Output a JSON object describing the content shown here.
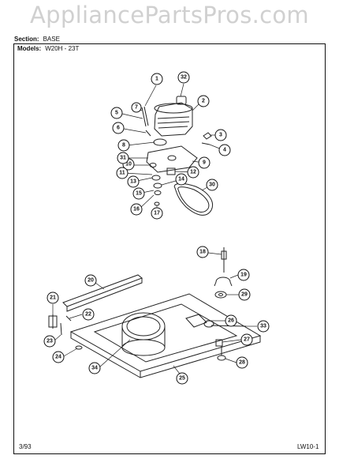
{
  "watermark": "AppliancePartsPros.com",
  "header": {
    "section_label": "Section:",
    "section_value": "BASE",
    "models_label": "Models:",
    "models_value": "W20H - 23T"
  },
  "footer": {
    "date": "3/93",
    "page_code": "LW10-1"
  },
  "callouts": [
    "1",
    "2",
    "3",
    "4",
    "5",
    "6",
    "7",
    "8",
    "9",
    "10",
    "11",
    "12",
    "13",
    "14",
    "15",
    "16",
    "17",
    "18",
    "19",
    "20",
    "21",
    "22",
    "23",
    "24",
    "25",
    "26",
    "27",
    "28",
    "29",
    "30",
    "31",
    "32",
    "33",
    "34"
  ]
}
